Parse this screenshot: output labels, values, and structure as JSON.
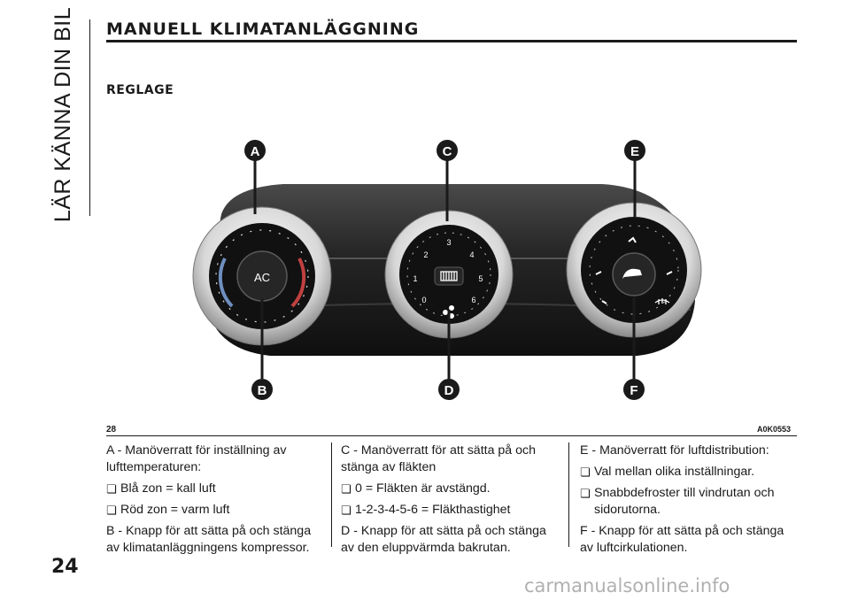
{
  "header": {
    "side_title": "LÄR KÄNNA DIN BIL",
    "title": "MANUELL KLIMATANLÄGGNING",
    "section": "REGLAGE"
  },
  "figure": {
    "number": "28",
    "code": "A0K0553",
    "callouts": [
      "A",
      "B",
      "C",
      "D",
      "E",
      "F"
    ],
    "knob_left": {
      "center_label": "AC"
    },
    "knob_middle": {
      "speeds": [
        "0",
        "1",
        "2",
        "3",
        "4",
        "5",
        "6"
      ]
    },
    "icons": [
      "fan-icon",
      "rear-defrost-icon",
      "vent-icon",
      "windscreen-defrost-icon",
      "recirculation-icon"
    ],
    "colors": {
      "blue_zone": "#6f8fc0",
      "red_zone": "#c04040",
      "callout": "#1a1a1a"
    }
  },
  "columns": {
    "col1": {
      "p1": "A - Manöverratt för inställning av lufttemperaturen:",
      "b1": "Blå zon = kall luft",
      "b2": "Röd zon = varm luft",
      "p2": "B - Knapp för att sätta på och stänga av klimatanläggningens kompressor."
    },
    "col2": {
      "p1": "C - Manöverratt för att sätta på och stänga av fläkten",
      "b1": "0 = Fläkten är avstängd.",
      "b2": "1-2-3-4-5-6 = Fläkthastighet",
      "p2": "D - Knapp för att sätta på och stänga av den eluppvärmda bakrutan."
    },
    "col3": {
      "p1": "E - Manöverratt för luftdistribution:",
      "b1": "Val mellan olika inställningar.",
      "b2": "Snabbdefroster till vindrutan och sidorutorna.",
      "p2": "F - Knapp för att sätta på och stänga av luftcirkulationen."
    }
  },
  "footer": {
    "page_number": "24",
    "watermark": "carmanualsonline.info"
  }
}
